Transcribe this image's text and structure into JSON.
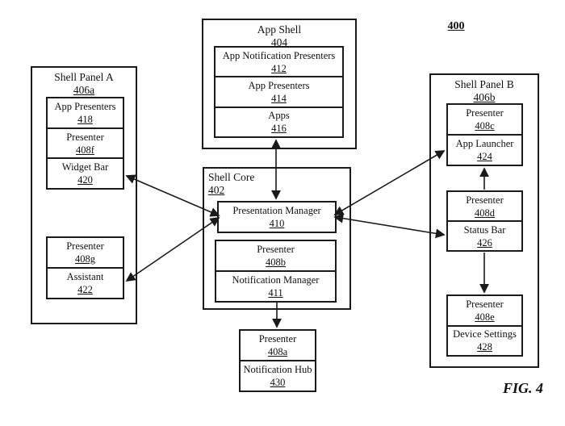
{
  "figure": {
    "reference": "400",
    "caption": "FIG. 4"
  },
  "panels": {
    "app_shell": {
      "title": "App Shell",
      "num": "404"
    },
    "shell_panel_a": {
      "title": "Shell Panel A",
      "num": "406a"
    },
    "shell_core": {
      "title": "Shell Core",
      "num": "402"
    },
    "shell_panel_b": {
      "title": "Shell Panel B",
      "num": "406b"
    }
  },
  "boxes": {
    "app_notification_presenters": {
      "label": "App Notification Presenters",
      "num": "412"
    },
    "app_presenters_shell": {
      "label": "App Presenters",
      "num": "414"
    },
    "apps": {
      "label": "Apps",
      "num": "416"
    },
    "app_presenters_a": {
      "label": "App Presenters",
      "num": "418"
    },
    "presenter_f": {
      "label": "Presenter",
      "num": "408f"
    },
    "widget_bar": {
      "label": "Widget Bar",
      "num": "420"
    },
    "presenter_g": {
      "label": "Presenter",
      "num": "408g"
    },
    "assistant": {
      "label": "Assistant",
      "num": "422"
    },
    "presentation_manager": {
      "label": "Presentation Manager",
      "num": "410"
    },
    "presenter_b": {
      "label": "Presenter",
      "num": "408b"
    },
    "notification_manager": {
      "label": "Notification Manager",
      "num": "411"
    },
    "presenter_c": {
      "label": "Presenter",
      "num": "408c"
    },
    "app_launcher": {
      "label": "App Launcher",
      "num": "424"
    },
    "presenter_d": {
      "label": "Presenter",
      "num": "408d"
    },
    "status_bar": {
      "label": "Status Bar",
      "num": "426"
    },
    "presenter_e": {
      "label": "Presenter",
      "num": "408e"
    },
    "device_settings": {
      "label": "Device Settings",
      "num": "428"
    },
    "presenter_a": {
      "label": "Presenter",
      "num": "408a"
    },
    "notification_hub": {
      "label": "Notification Hub",
      "num": "430"
    }
  }
}
